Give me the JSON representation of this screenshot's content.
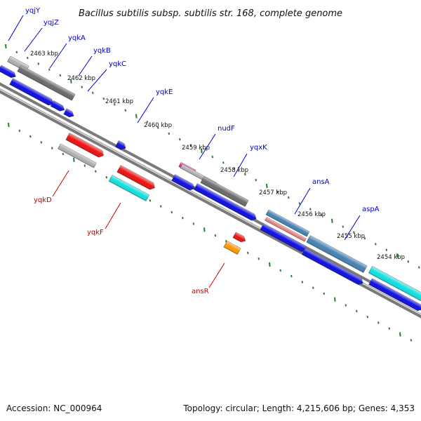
{
  "title": "Bacillus subtilis subsp. subtilis str. 168, complete genome",
  "footer": {
    "accession": "Accession: NC_000964",
    "summary": "Topology: circular; Length: 4,215,606 bp; Genes: 4,353"
  },
  "colors": {
    "backbone": "#7a7a7a",
    "scale_tick": "#2e7d32",
    "gene_blue": "#1010e0",
    "gene_red": "#ee1111",
    "gene_cyan": "#11e0e0",
    "gene_gray": "#6b6b6b",
    "gene_lightgray": "#b0b0b0",
    "gene_steelblue": "#4682b4",
    "gene_pink": "#e98080",
    "gene_magenta": "#ee2299",
    "gene_orange": "#ff9900",
    "label_forward": "#0000cc",
    "label_reverse": "#cc0000"
  },
  "scale": [
    {
      "label": "2463 kbp"
    },
    {
      "label": "2462 kbp"
    },
    {
      "label": "2461 kbp"
    },
    {
      "label": "2460 kbp"
    },
    {
      "label": "2459 kbp"
    },
    {
      "label": "2458 kbp"
    },
    {
      "label": "2457 kbp"
    },
    {
      "label": "2456 kbp"
    },
    {
      "label": "2455 kbp"
    },
    {
      "label": "2454 kbp"
    }
  ],
  "forward_labels": [
    "yqjY",
    "yqjZ",
    "yqkA",
    "yqkB",
    "yqkC",
    "yqkE",
    "nudF",
    "yqxK",
    "ansA",
    "aspA"
  ],
  "reverse_labels": [
    "yqkD",
    "yqkF",
    "ansR"
  ]
}
